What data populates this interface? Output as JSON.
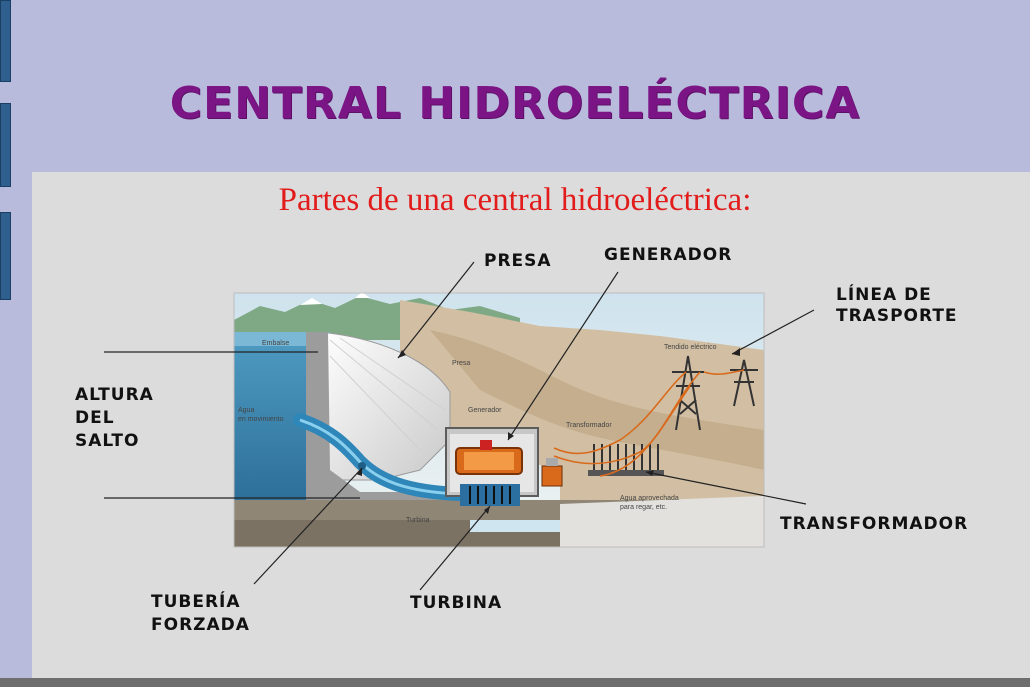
{
  "slide": {
    "title": "CENTRAL HIDROELÉCTRICA",
    "subtitle": "Partes de una central hidroeléctrica:"
  },
  "labels": {
    "presa": "PRESA",
    "generador": "GENERADOR",
    "linea_1": "LÍNEA DE",
    "linea_2": "TRASPORTE",
    "altura_1": "ALTURA",
    "altura_2": "DEL",
    "altura_3": "SALTO",
    "transformador": "TRANSFORMADOR",
    "tuberia_1": "TUBERÍA",
    "tuberia_2": "FORZADA",
    "turbina": "TURBINA"
  },
  "image_labels": {
    "embalse": "Embalse",
    "presa": "Presa",
    "agua_1": "Agua",
    "agua_2": "en movimiento",
    "generador": "Generador",
    "transformador": "Transformador",
    "tendido": "Tendido eléctrico",
    "agua_regar_1": "Agua aprovechada",
    "agua_regar_2": "para regar, etc.",
    "turbina": "Turbina"
  },
  "colors": {
    "title": "#7b1585",
    "subtitle": "#e21b1b",
    "background": "#b9bbdc",
    "panel": "#dcdcdc"
  }
}
